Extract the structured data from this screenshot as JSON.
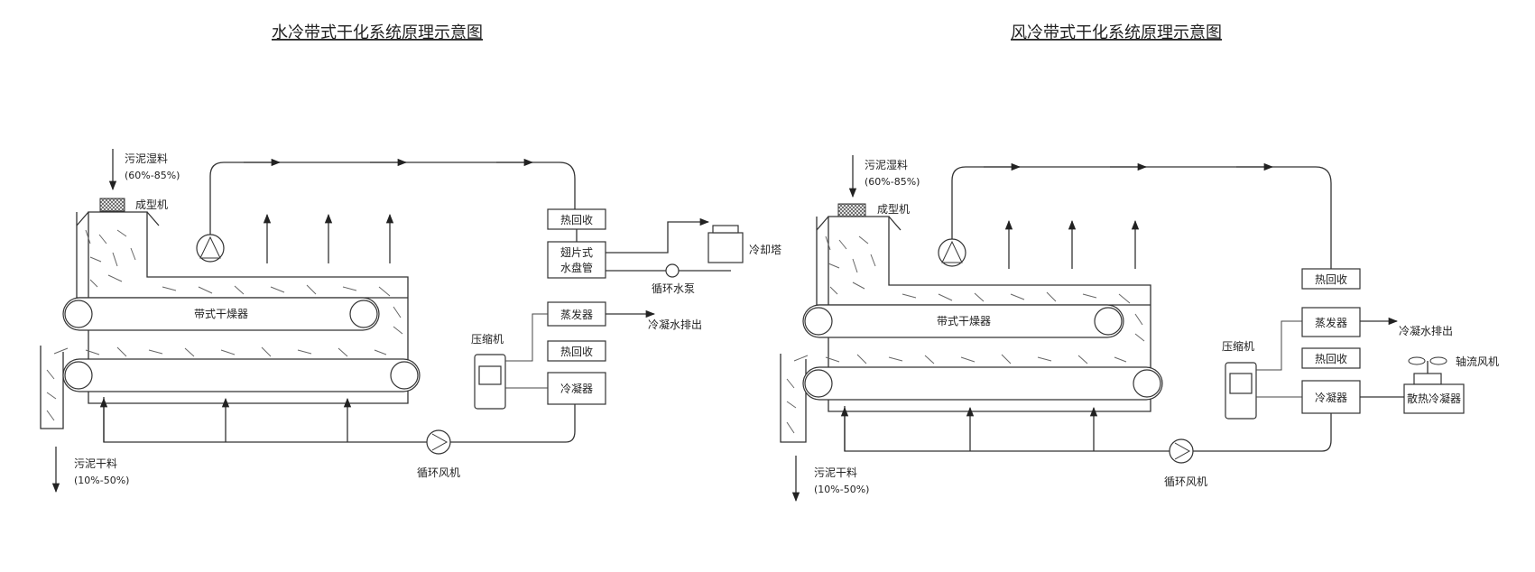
{
  "diagrams": [
    {
      "title": "水冷带式干化系统原理示意图",
      "feed_label": "污泥湿料",
      "feed_moisture": "(60%-85%)",
      "former_label": "成型机",
      "belt_dryer_label": "带式干燥器",
      "heat_recovery_top": "热回收",
      "fin_coil_line1": "翅片式",
      "fin_coil_line2": "水盘管",
      "cooling_tower_label": "冷却塔",
      "pump_label": "循环水泵",
      "evaporator_label": "蒸发器",
      "condensate_label": "冷凝水排出",
      "compressor_label": "压缩机",
      "heat_recovery_mid": "热回收",
      "condenser_label": "冷凝器",
      "fan_label": "循环风机",
      "out_label": "污泥干料",
      "out_moisture": "(10%-50%)"
    },
    {
      "title": "风冷带式干化系统原理示意图",
      "feed_label": "污泥湿料",
      "feed_moisture": "(60%-85%)",
      "former_label": "成型机",
      "belt_dryer_label": "带式干燥器",
      "heat_recovery_top": "热回收",
      "evaporator_label": "蒸发器",
      "condensate_label": "冷凝水排出",
      "compressor_label": "压缩机",
      "heat_recovery_mid": "热回收",
      "axial_fan_label": "轴流风机",
      "condenser_label": "冷凝器",
      "radiator_condenser_label": "散热冷凝器",
      "fan_label": "循环风机",
      "out_label": "污泥干料",
      "out_moisture": "(10%-50%)"
    }
  ]
}
